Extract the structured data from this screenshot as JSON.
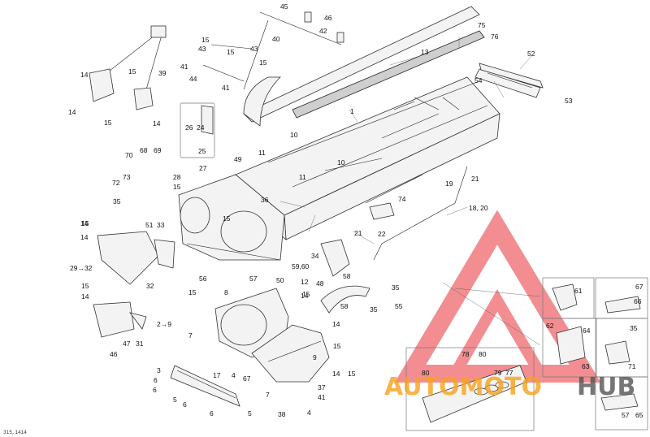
{
  "diagram": {
    "reference_code": "315,1414",
    "watermark": {
      "text_a": "AUTOMOTO",
      "text_b": "HUB",
      "color_a": "#f7a21b",
      "color_b": "#555555",
      "logo_color": "#e8323a"
    },
    "callouts": [
      "1",
      "2→9",
      "3",
      "4",
      "5",
      "6",
      "7",
      "8",
      "9",
      "10",
      "11",
      "12",
      "13",
      "14",
      "15",
      "17",
      "18, 20",
      "19",
      "21",
      "22",
      "24",
      "25",
      "26",
      "27",
      "28",
      "29→32",
      "31",
      "32",
      "33",
      "34",
      "35",
      "36",
      "37",
      "38",
      "39",
      "40",
      "41",
      "42",
      "43",
      "44",
      "45",
      "46",
      "47",
      "48",
      "49",
      "50",
      "51",
      "52",
      "53",
      "54",
      "55",
      "56",
      "57",
      "58",
      "59,60",
      "61",
      "62",
      "63",
      "64",
      "65",
      "66",
      "67",
      "68",
      "69",
      "70",
      "71",
      "72",
      "73",
      "74",
      "75",
      "76",
      "77",
      "78",
      "79",
      "80"
    ]
  }
}
